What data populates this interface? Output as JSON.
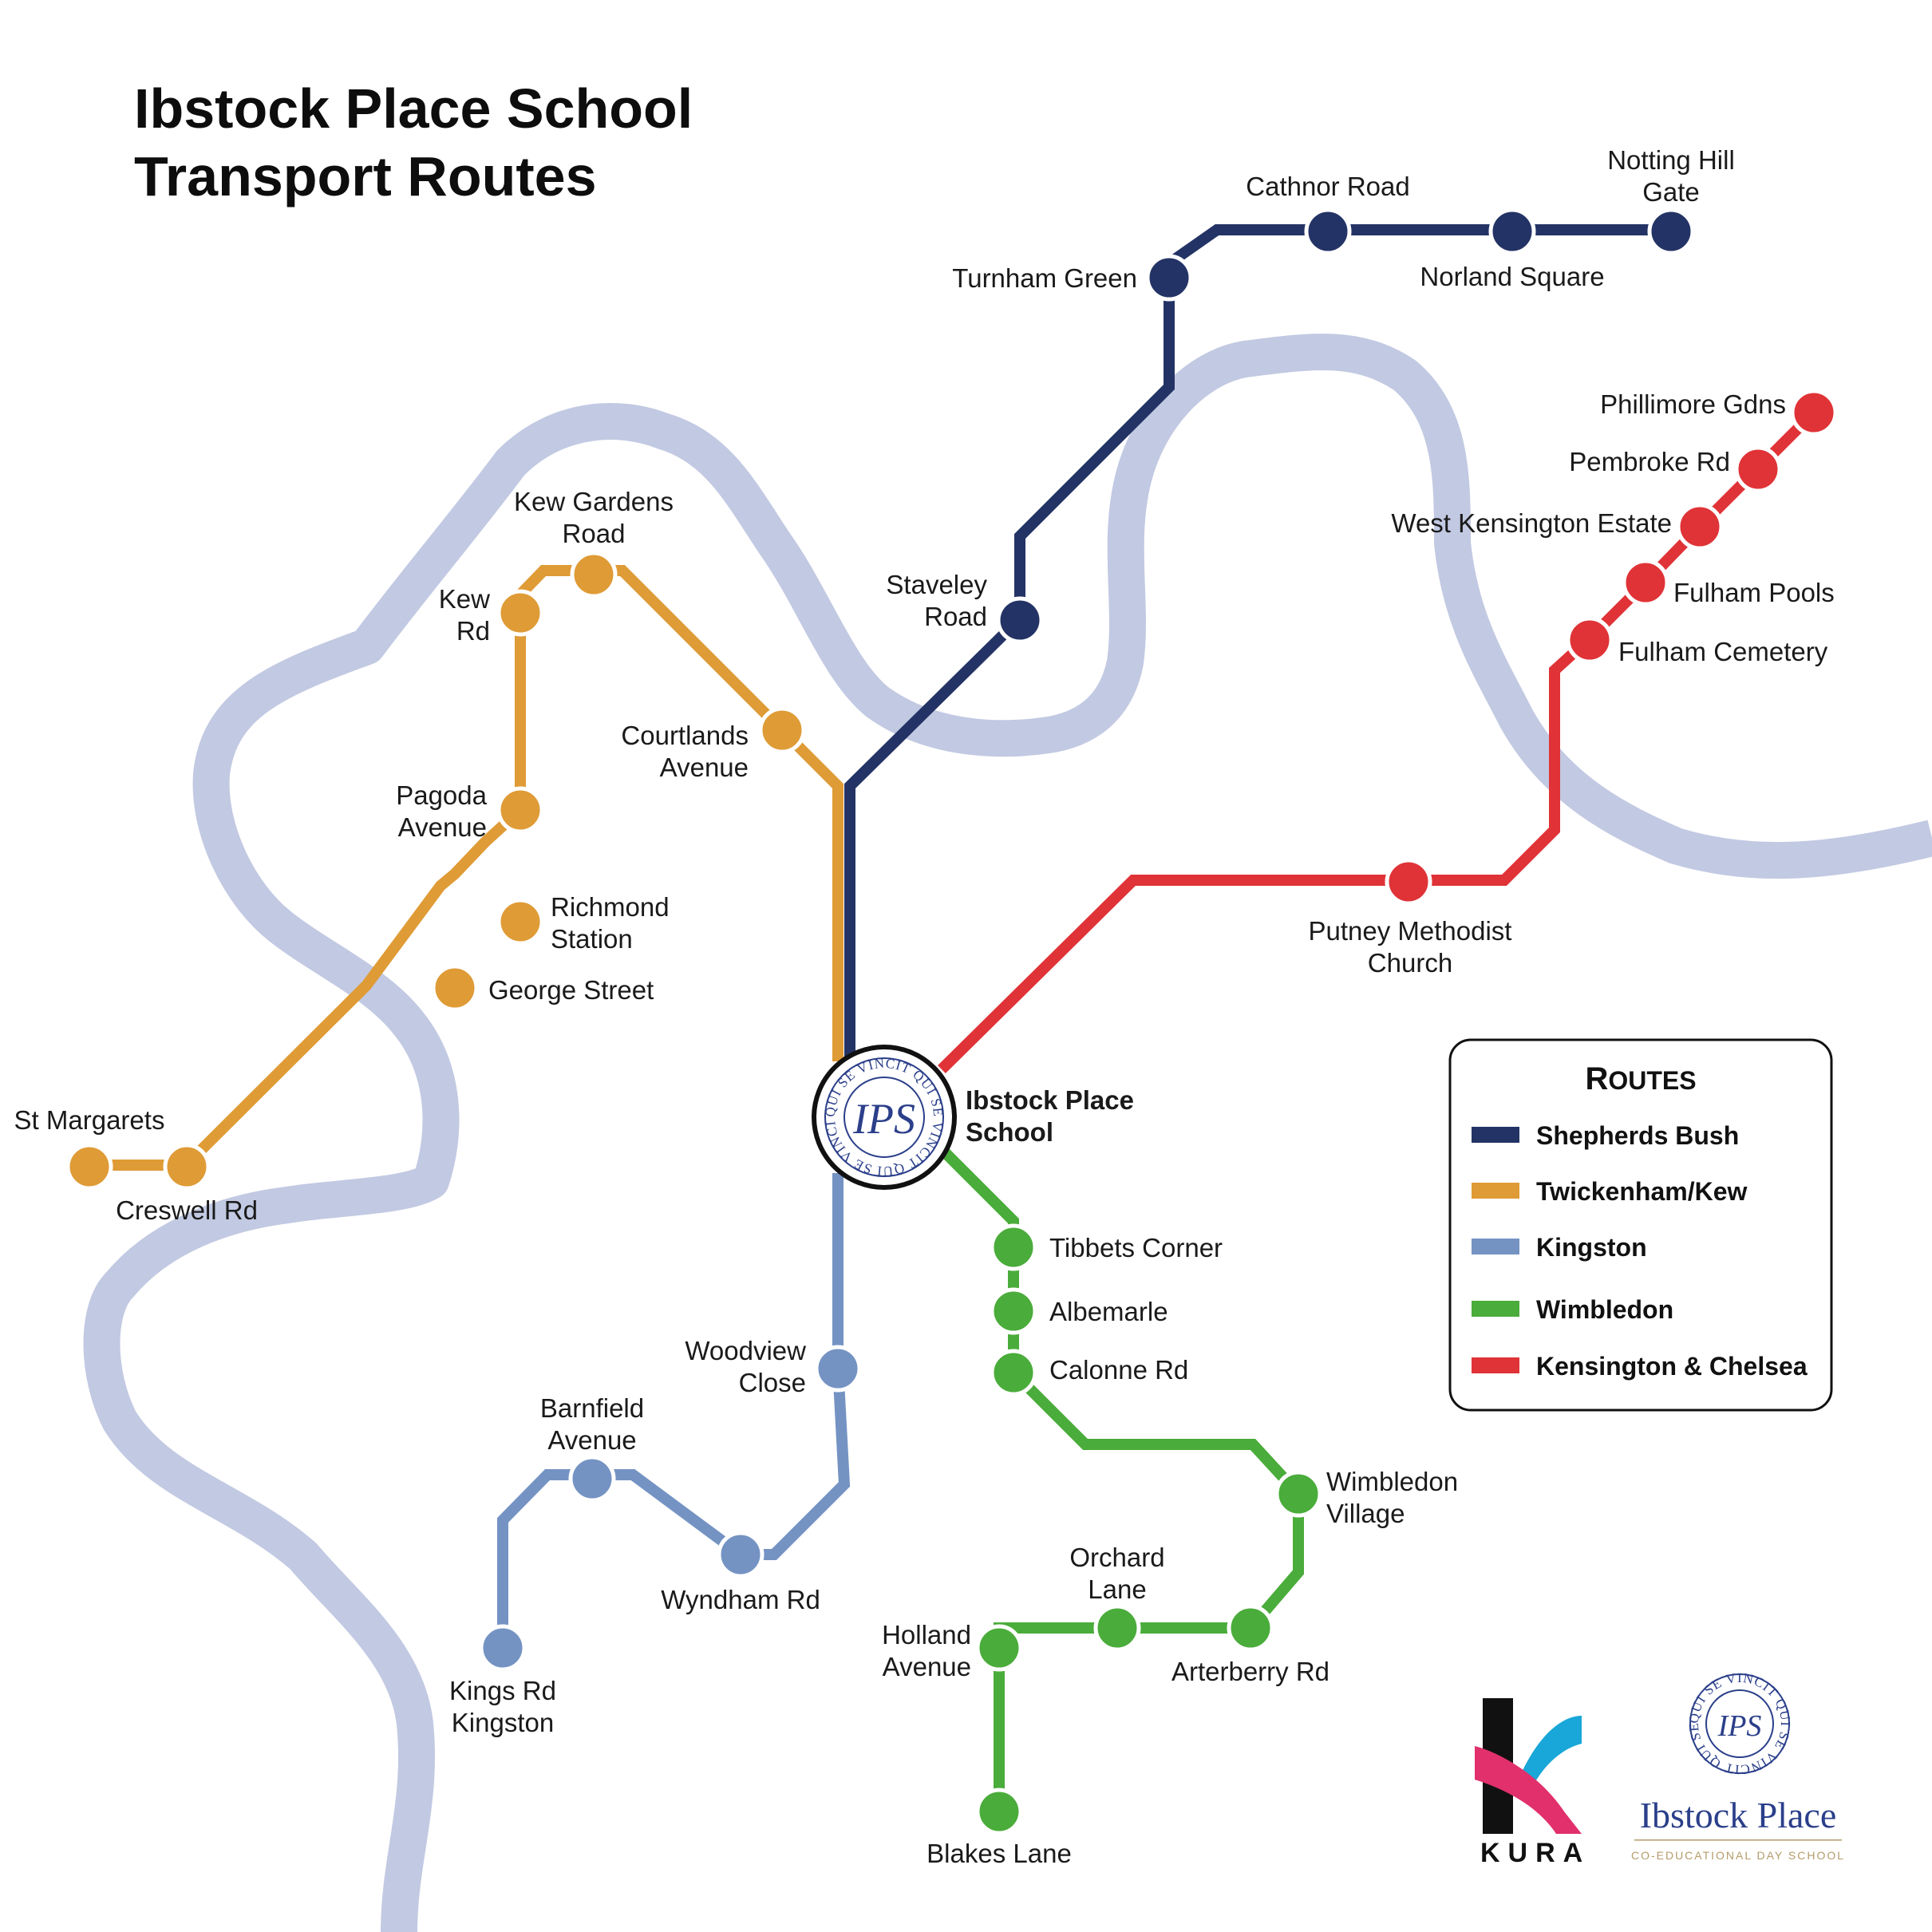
{
  "title": {
    "line1": "Ibstock Place School",
    "line2": "Transport Routes"
  },
  "hub": {
    "name_line1": "Ibstock Place",
    "name_line2": "School",
    "seal_motto": "QUI SE VINCIT QUI SE VINCIT QUI SE VINCIT",
    "seal_monogram": "IPS"
  },
  "river_color": "#c2c9e2",
  "routes": [
    {
      "id": "shepherds-bush",
      "name": "Shepherds Bush",
      "color": "#243365",
      "stops": [
        {
          "name": [
            "Notting Hill",
            "Gate"
          ]
        },
        {
          "name": [
            "Norland Square"
          ]
        },
        {
          "name": [
            "Cathnor Road"
          ]
        },
        {
          "name": [
            "Turnham Green"
          ]
        },
        {
          "name": [
            "Staveley",
            "Road"
          ]
        }
      ]
    },
    {
      "id": "twickenham-kew",
      "name": "Twickenham/Kew",
      "color": "#df9b36",
      "stops": [
        {
          "name": [
            "St Margarets"
          ]
        },
        {
          "name": [
            "Creswell Rd"
          ]
        },
        {
          "name": [
            "George Street"
          ]
        },
        {
          "name": [
            "Richmond",
            "Station"
          ]
        },
        {
          "name": [
            "Pagoda",
            "Avenue"
          ]
        },
        {
          "name": [
            "Kew",
            "Rd"
          ]
        },
        {
          "name": [
            "Kew Gardens",
            "Road"
          ]
        },
        {
          "name": [
            "Courtlands",
            "Avenue"
          ]
        }
      ]
    },
    {
      "id": "kingston",
      "name": "Kingston",
      "color": "#7493c3",
      "stops": [
        {
          "name": [
            "Woodview",
            "Close"
          ]
        },
        {
          "name": [
            "Wyndham Rd"
          ]
        },
        {
          "name": [
            "Barnfield",
            "Avenue"
          ]
        },
        {
          "name": [
            "Kings Rd",
            "Kingston"
          ]
        }
      ]
    },
    {
      "id": "wimbledon",
      "name": "Wimbledon",
      "color": "#4aac3a",
      "stops": [
        {
          "name": [
            "Tibbets Corner"
          ]
        },
        {
          "name": [
            "Albemarle"
          ]
        },
        {
          "name": [
            "Calonne Rd"
          ]
        },
        {
          "name": [
            "Wimbledon",
            "Village"
          ]
        },
        {
          "name": [
            "Arterberry Rd"
          ]
        },
        {
          "name": [
            "Orchard",
            "Lane"
          ]
        },
        {
          "name": [
            "Holland",
            "Avenue"
          ]
        },
        {
          "name": [
            "Blakes Lane"
          ]
        }
      ]
    },
    {
      "id": "kensington-chelsea",
      "name": "Kensington & Chelsea",
      "color": "#e03337",
      "stops": [
        {
          "name": [
            "Putney Methodist",
            "Church"
          ]
        },
        {
          "name": [
            "Fulham Cemetery"
          ]
        },
        {
          "name": [
            "Fulham Pools"
          ]
        },
        {
          "name": [
            "West Kensington Estate"
          ]
        },
        {
          "name": [
            "Pembroke Rd"
          ]
        },
        {
          "name": [
            "Phillimore Gdns"
          ]
        }
      ]
    }
  ],
  "legend": {
    "title": "Routes",
    "items": [
      {
        "label": "Shepherds Bush",
        "color": "#243365"
      },
      {
        "label": "Twickenham/Kew",
        "color": "#df9b36"
      },
      {
        "label": "Kingston",
        "color": "#7493c3"
      },
      {
        "label": "Wimbledon",
        "color": "#4aac3a"
      },
      {
        "label": "Kensington & Chelsea",
        "color": "#e03337"
      }
    ]
  },
  "logos": {
    "kura": "KURA",
    "ibstock_name": "Ibstock Place",
    "ibstock_tagline": "CO-EDUCATIONAL DAY SCHOOL"
  }
}
